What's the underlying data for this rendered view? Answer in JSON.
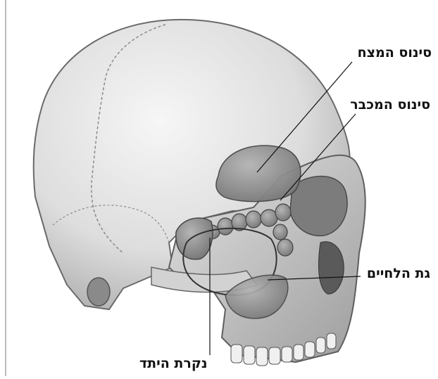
{
  "labels": {
    "frontal_sinus": "סינוס המצח",
    "sphenoid_sinus": "סינוס המכבר",
    "maxillary_sinus": "גת הלחיים",
    "ethmoid_sinus": "נקרת היתד"
  },
  "colors": {
    "bone": "#e4e4e4",
    "bone_shadow": "#9a9a9a",
    "sinus": "#8c8c8c",
    "leader_line": "#111111"
  }
}
